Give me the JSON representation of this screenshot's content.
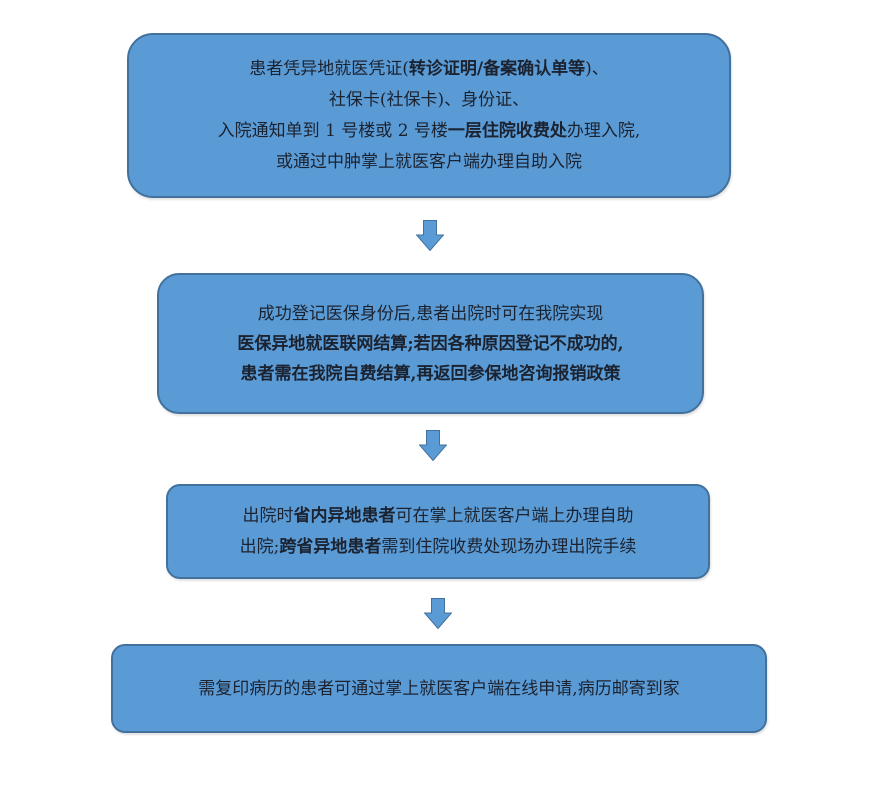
{
  "colors": {
    "box_fill": "#5b9bd5",
    "box_border": "#41719c",
    "text": "#1b2230",
    "arrow_fill": "#5b9bd5",
    "arrow_border": "#41719c"
  },
  "steps": [
    {
      "lines": [
        [
          {
            "text": "患者凭异地就医凭证(",
            "bold": false
          },
          {
            "text": "转诊证明/备案确认单等",
            "bold": true
          },
          {
            "text": ")、",
            "bold": false
          }
        ],
        [
          {
            "text": "社保卡(社保卡)、身份证、",
            "bold": false
          }
        ],
        [
          {
            "text": "入院通知单到 1 号楼或 2 号楼",
            "bold": false
          },
          {
            "text": "一层住院收费处",
            "bold": true
          },
          {
            "text": "办理入院,",
            "bold": false
          }
        ],
        [
          {
            "text": "或通过中肿掌上就医客户端办理自助入院",
            "bold": false
          }
        ]
      ]
    },
    {
      "lines": [
        [
          {
            "text": "成功登记医保身份后,患者出院时可在我院实现",
            "bold": false
          }
        ],
        [
          {
            "text": "医保异地就医联网结算;若因各种原因登记不成功的,",
            "bold": true
          }
        ],
        [
          {
            "text": "患者需在我院自费结算,再返回参保地咨询报销政策",
            "bold": true
          }
        ]
      ]
    },
    {
      "lines": [
        [
          {
            "text": "出院时",
            "bold": false
          },
          {
            "text": "省内异地患者",
            "bold": true
          },
          {
            "text": "可在掌上就医客户端上办理自助",
            "bold": false
          }
        ],
        [
          {
            "text": "出院;",
            "bold": false
          },
          {
            "text": "跨省异地患者",
            "bold": true
          },
          {
            "text": "需到住院收费处现场办理出院手续",
            "bold": false
          }
        ]
      ]
    },
    {
      "lines": [
        [
          {
            "text": "需复印病历的患者可通过掌上就医客户端在线申请,病历邮寄到家",
            "bold": false
          }
        ]
      ]
    }
  ],
  "arrows": [
    {
      "icon": "down-arrow-icon",
      "from": 1,
      "to": 2
    },
    {
      "icon": "down-arrow-icon",
      "from": 2,
      "to": 3
    },
    {
      "icon": "down-arrow-icon",
      "from": 3,
      "to": 4
    }
  ]
}
